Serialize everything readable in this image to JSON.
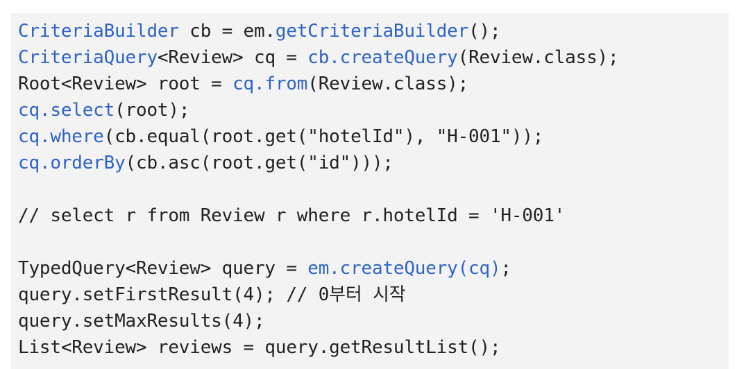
{
  "colors": {
    "highlight": "#2e63c7",
    "text": "#222222",
    "panel_background": "#f3f3f3",
    "page_background": "#ffffff"
  },
  "code": {
    "lines": [
      [
        {
          "text": "CriteriaBuilder",
          "hl": true
        },
        {
          "text": " cb = em.",
          "hl": false
        },
        {
          "text": "getCriteriaBuilder",
          "hl": true
        },
        {
          "text": "();",
          "hl": false
        }
      ],
      [
        {
          "text": "CriteriaQuery",
          "hl": true
        },
        {
          "text": "<Review> cq = ",
          "hl": false
        },
        {
          "text": "cb.createQuery",
          "hl": true
        },
        {
          "text": "(Review.class);",
          "hl": false
        }
      ],
      [
        {
          "text": "Root<Review> root = ",
          "hl": false
        },
        {
          "text": "cq.from",
          "hl": true
        },
        {
          "text": "(Review.class);",
          "hl": false
        }
      ],
      [
        {
          "text": "cq.select",
          "hl": true
        },
        {
          "text": "(root);",
          "hl": false
        }
      ],
      [
        {
          "text": "cq.where",
          "hl": true
        },
        {
          "text": "(cb.equal(root.get(\"hotelId\"), \"H-001\"));",
          "hl": false
        }
      ],
      [
        {
          "text": "cq.orderBy",
          "hl": true
        },
        {
          "text": "(cb.asc(root.get(\"id\")));",
          "hl": false
        }
      ],
      [],
      [
        {
          "text": "// select r from Review r where r.hotelId = 'H-001'",
          "hl": false
        }
      ],
      [],
      [
        {
          "text": "TypedQuery<Review> query = ",
          "hl": false
        },
        {
          "text": "em.createQuery(cq)",
          "hl": true
        },
        {
          "text": ";",
          "hl": false
        }
      ],
      [
        {
          "text": "query.setFirstResult(4); // 0부터 시작",
          "hl": false
        }
      ],
      [
        {
          "text": "query.setMaxResults(4);",
          "hl": false
        }
      ],
      [
        {
          "text": "List<Review> reviews = query.getResultList();",
          "hl": false
        }
      ]
    ]
  }
}
